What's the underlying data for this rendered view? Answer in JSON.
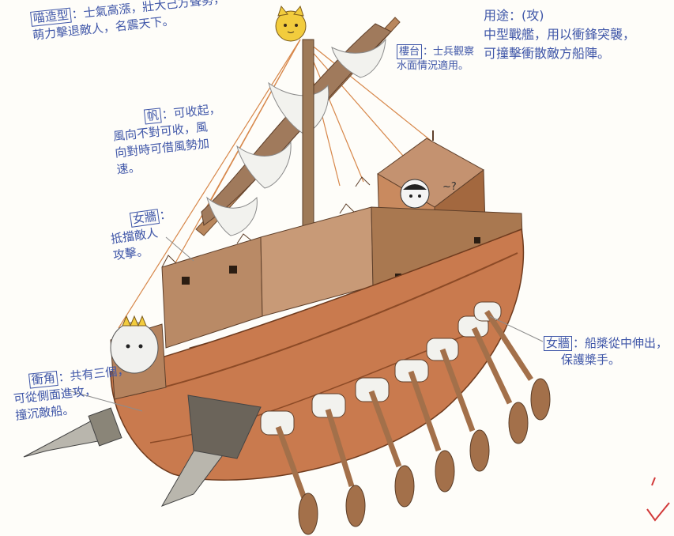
{
  "notes": {
    "emblem": {
      "term": "喵造型",
      "line1": "：士氣高漲，壯大己方聲勢，",
      "line2": "萌力擊退敵人，名震天下。"
    },
    "purpose": {
      "title": "用途：(攻)",
      "line1": "中型戰艦，用以衝鋒突襲，",
      "line2": "可撞擊衝散敵方船陣。"
    },
    "tower": {
      "term": "樓台",
      "line1": "：士兵觀察",
      "line2": "水面情況適用。"
    },
    "sail": {
      "term": "帆",
      "line1": "：可收起，",
      "line2": "風向不對可收，風",
      "line3": "向對時可借風勢加",
      "line4": "速。"
    },
    "wall": {
      "term": "女牆",
      "line1": "：",
      "line2": "抵擋敵人",
      "line3": "攻擊。"
    },
    "oar_shield": {
      "term": "女牆",
      "line1": "：船槳從中伸出，",
      "line2": "保護槳手。"
    },
    "ram": {
      "term": "衝角",
      "line1": "：共有三個，",
      "line2": "可從側面進攻，",
      "line3": "撞沉敵船。"
    }
  },
  "cat_speech": "~?",
  "colors": {
    "ink": "#3f56a8",
    "hull": "#c97a4e",
    "wood": "#a0774f",
    "sail": "#9a7458",
    "mark": "#d23a3a"
  }
}
